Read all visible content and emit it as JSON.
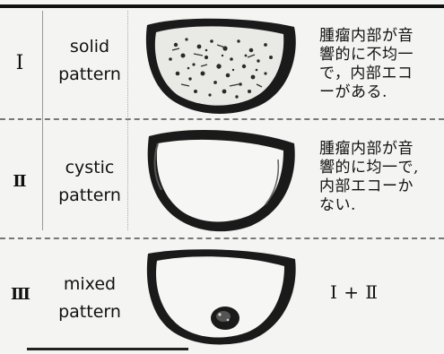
{
  "rows": [
    {
      "numeral": "Ⅰ",
      "label_line1": "solid",
      "label_line2": "pattern",
      "desc_lines": [
        "腫瘤内部が音",
        "響的に不均一",
        "で，内部エコ",
        "ーがある."
      ]
    },
    {
      "numeral": "Ⅱ",
      "label_line1": "cystic",
      "label_line2": "pattern",
      "desc_lines": [
        "腫瘤内部が音",
        "響的に均一で,",
        "内部エコーか",
        "ない."
      ]
    },
    {
      "numeral": "Ⅲ",
      "label_line1": "mixed",
      "label_line2": "pattern",
      "desc_lines": [
        "Ⅰ + Ⅱ"
      ]
    }
  ],
  "figures": [
    {
      "icon": "solid-pattern-drawing",
      "fill": "speckled"
    },
    {
      "icon": "cystic-pattern-drawing",
      "fill": "empty"
    },
    {
      "icon": "mixed-pattern-drawing",
      "fill": "empty-with-nodule"
    }
  ]
}
